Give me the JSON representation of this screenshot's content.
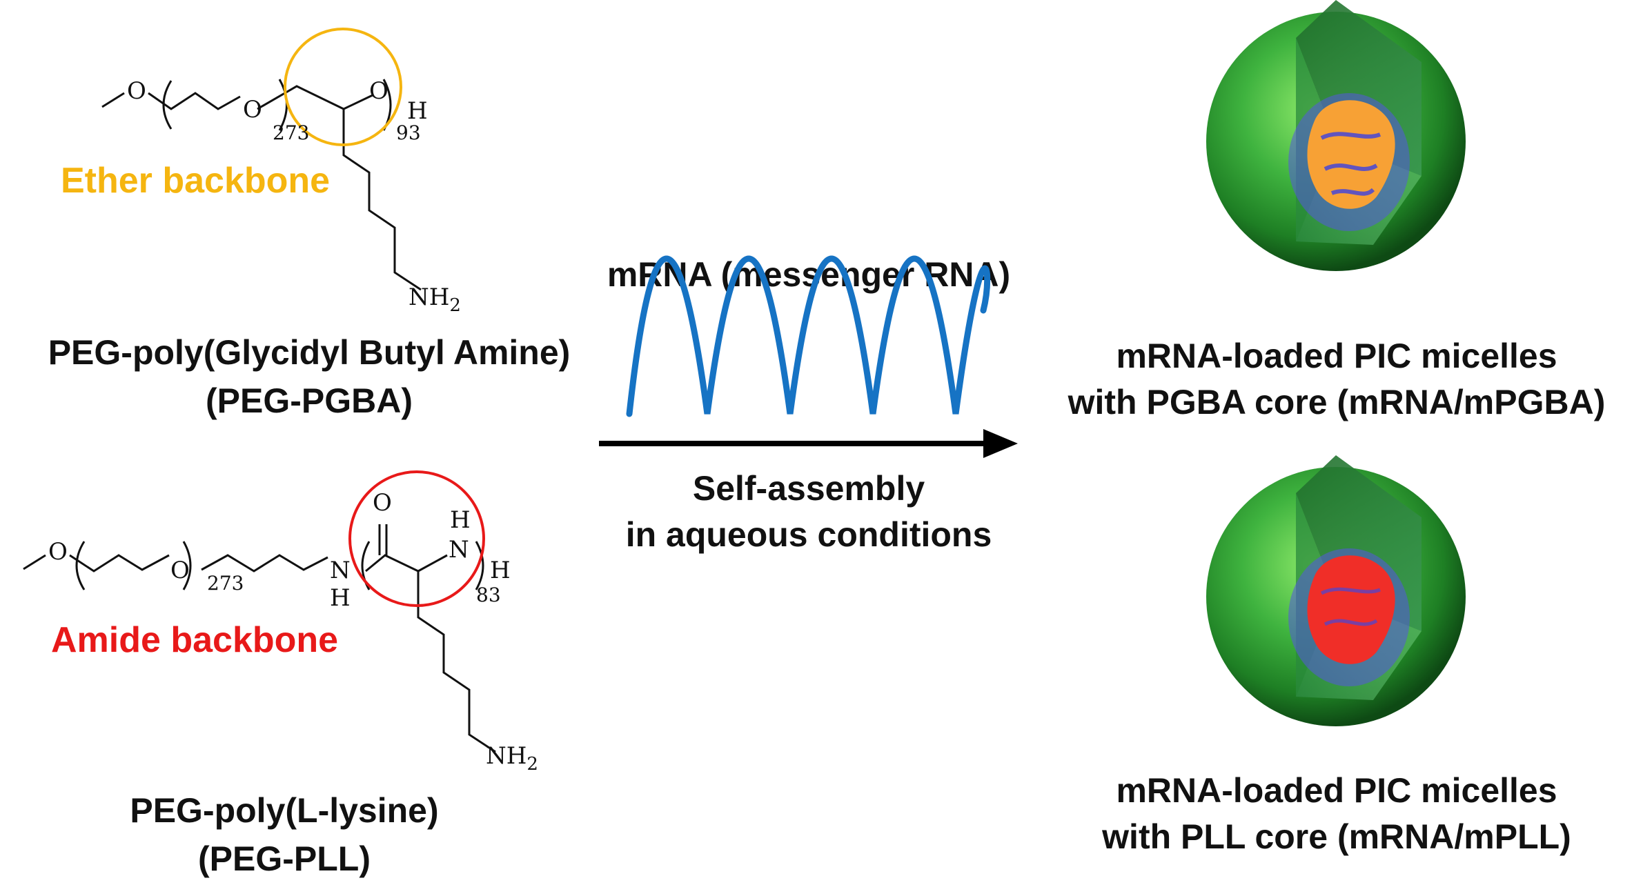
{
  "colors": {
    "ether": "#F5B510",
    "amide": "#E81919",
    "wave": "#1673C4",
    "arrow": "#000000",
    "shell": "#3FB33F",
    "core_pgba": "#F7A135",
    "core_pll": "#F02E28",
    "rna_blue": "#5656E0"
  },
  "structure_pgba": {
    "methoxy_o": "O",
    "peg_o": "O",
    "peg_n": "273",
    "backbone_o": "O",
    "end_h": "H",
    "repeat_n": "93",
    "amine": "NH",
    "amine_sub": "2"
  },
  "structure_pll": {
    "methoxy_o": "O",
    "peg_o": "O",
    "peg_n": "273",
    "amide_n": "N",
    "amide_h": "H",
    "carbonyl_o": "O",
    "backbone_h": "H",
    "backbone_n": "N",
    "end_h": "H",
    "repeat_n": "83",
    "amine": "NH",
    "amine_sub": "2"
  },
  "labels": {
    "ether_backbone": "Ether backbone",
    "amide_backbone": "Amide backbone",
    "pgba_name": "PEG-poly(Glycidyl Butyl Amine)",
    "pgba_abbr": "(PEG-PGBA)",
    "pll_name": "PEG-poly(L-lysine)",
    "pll_abbr": "(PEG-PLL)",
    "mrna": "mRNA (messenger RNA)",
    "self_assembly_1": "Self-assembly",
    "self_assembly_2": "in aqueous conditions",
    "micelle_pgba_1": "mRNA-loaded PIC micelles",
    "micelle_pgba_2": "with PGBA core (mRNA/mPGBA)",
    "micelle_pll_1": "mRNA-loaded PIC micelles",
    "micelle_pll_2": "with PLL core (mRNA/mPLL)"
  }
}
